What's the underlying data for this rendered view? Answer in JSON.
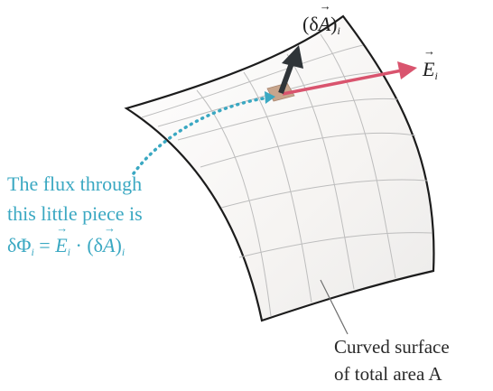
{
  "caption": {
    "line1": "The flux through",
    "line2": "this little piece is",
    "line3_prefix": "δΦ",
    "line3_eq": " = ",
    "line3_E": "E",
    "line3_dot": " · (δ",
    "line3_A": "A",
    "line3_close": ")",
    "subscript": "i"
  },
  "area_vector_label": {
    "open": "(δ",
    "symbol": "A",
    "close": ")",
    "subscript": "i"
  },
  "field_vector_label": {
    "symbol": "E",
    "subscript": "i"
  },
  "surface_label": {
    "line1": "Curved surface",
    "line2": "of total area A"
  },
  "colors": {
    "field_arrow": "#d9546e",
    "area_arrow": "#2f3438",
    "caption_text": "#3aa8c2",
    "dotted_pointer": "#3aa8c2",
    "patch": "#c8a58c",
    "surface_fill": "#f7f5f3",
    "grid": "#b9b9b9"
  }
}
